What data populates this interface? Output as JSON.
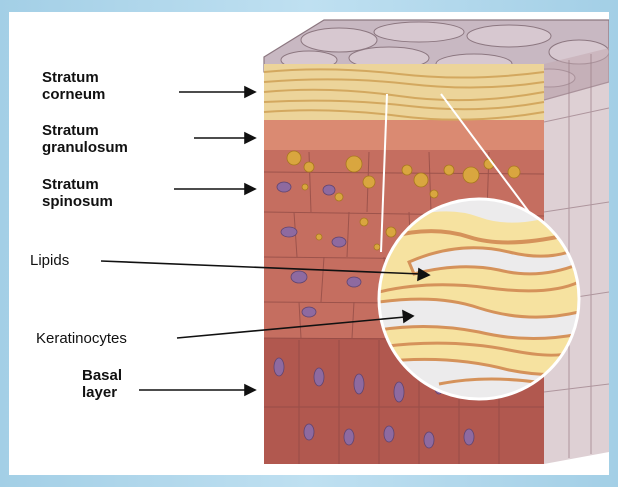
{
  "labels": {
    "stratum_corneum": "Stratum\ncorneum",
    "stratum_granulosum": "Stratum\ngranulosum",
    "stratum_spinosum": "Stratum\nspinosum",
    "lipids": "Lipids",
    "keratinocytes": "Keratinocytes",
    "basal_layer": "Basal\nlayer"
  },
  "colors": {
    "frame": "#a9d4e9",
    "corneum": "#ecd49a",
    "granulosum": "#d9836e",
    "spinosum": "#c97060",
    "basal": "#b35a55",
    "lipid": "#f6e2a0",
    "keratinocyte": "#ecebec",
    "nucleus": "#8e6aa0",
    "granule": "#d9a63f"
  },
  "icons": [
    "arrow-icon"
  ]
}
